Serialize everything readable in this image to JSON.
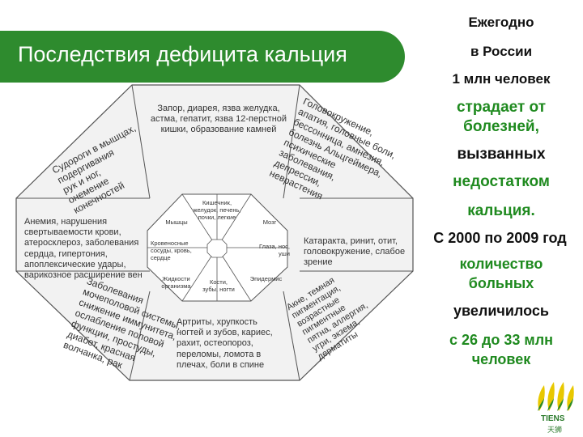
{
  "header": {
    "title": "Последствия дефицита кальция",
    "accent_color": "#2e8b2e"
  },
  "right_panel": {
    "line1": "Ежегодно",
    "line2": "в России",
    "line3": "1 млн человек",
    "line4": "страдает от",
    "line5": "болезней,",
    "line6": "вызванных",
    "line7": "недостатком",
    "line8": "кальция.",
    "line9": "С 2000 по 2009 год",
    "line10": "количество",
    "line11": "больных",
    "line12": "увеличилось",
    "line13": "с 26 до 33 млн",
    "line14": "человек"
  },
  "diagram": {
    "top_center": "Запор, диарея, язва желудка, астма, гепатит, язва 12-перстной кишки, образование камней",
    "top_right_rotated": [
      "Головокружение,",
      "апатия, головные боли,",
      "бессонница, амнезия,",
      "болезнь Альцгеймера,",
      "психические",
      "заболевания,",
      "депрессии,",
      "неврастения"
    ],
    "top_left_rotated": [
      "Судороги в мышцах,",
      "подергивания",
      "рук и ног,",
      "онемение",
      "конечностей"
    ],
    "left": "Анемия, нарушения свертываемости крови, атеросклероз, заболевания сердца, гипертония, апоплексические удары, варикозное расширение вен",
    "right": "Катаракта, ринит, отит, головокружение, слабое зрение",
    "bottom_center": "Артриты, хрупкость ногтей и зубов, кариес, рахит, остеопороз, переломы, ломота в плечах, боли в спине",
    "bottom_left_rotated": [
      "Заболевания",
      "мочеполовой системы,",
      "снижение иммунитета,",
      "ослабление половой",
      "функции, простуды,",
      "диабет, красная",
      "волчанка, рак"
    ],
    "bottom_right_rotated": [
      "Акне, темная",
      "пигментация,",
      "возрастные",
      "пигментные",
      "пятна, аллергия,",
      "угри, экзема,",
      "дерматиты"
    ],
    "inner": {
      "top": "Кишечник, желудок, печень, почки, легкие",
      "top_left": "Мышцы",
      "top_right": "Мозг",
      "left": "Кровеносные сосуды, кровь, сердце",
      "right": "Глаза, нос, уши",
      "bottom_left": "Жидкости организма",
      "bottom": "Кости, зубы, ногти",
      "bottom_right": "Эпидермис"
    }
  },
  "logo": {
    "name": "TIENS",
    "sub": "天狮"
  }
}
